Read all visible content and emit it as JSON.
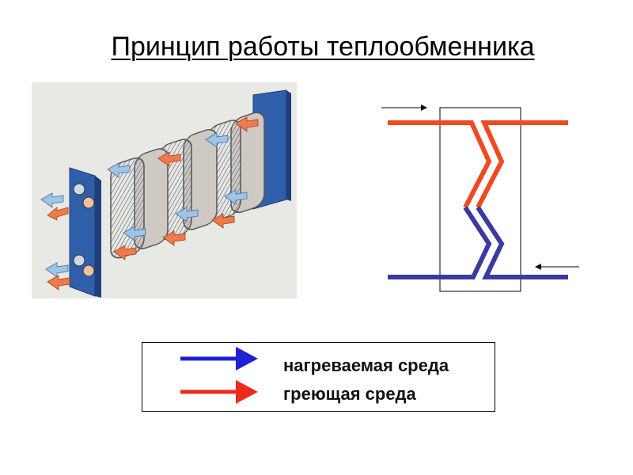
{
  "title": "Принцип работы теплообменника",
  "legend": {
    "items": [
      {
        "label": "нагреваемая среда",
        "color": "#1f1fd6"
      },
      {
        "label": "греющая среда",
        "color": "#ee2a1e"
      }
    ]
  },
  "colors": {
    "hot": "#ef4a22",
    "cold": "#3a3aa0",
    "plate": "#2f5fa8",
    "frame": "#000000"
  }
}
